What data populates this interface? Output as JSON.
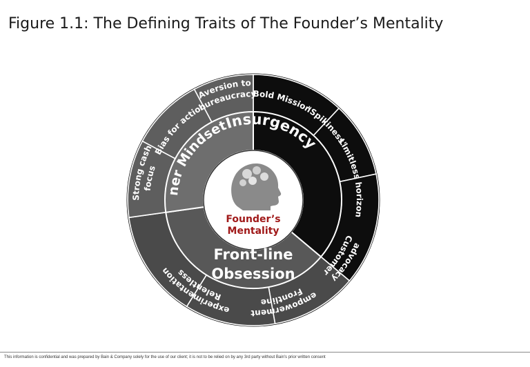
{
  "title": "Figure 1.1: The Defining Traits of The Founder’s Mentality",
  "footer": "This information is confidential and was prepared by Bain & Company solely for the use of our client; it is not to be relied on by any 3rd party without Bain's prior written consent",
  "center": {
    "label_line1": "Founder’s",
    "label_line2": "Mentality",
    "icon": "head-with-gears-icon"
  },
  "pillars": {
    "insurgency": "Insurgency",
    "owner_mindset": "Owner Mindset",
    "frontline_line1": "Front-line",
    "frontline_line2": "Obsession"
  },
  "traits": {
    "bold_mission": "Bold Mission",
    "spikiness": "\"Spikiness\"",
    "limitless_horizon": "Limitless horizon",
    "customer_advocacy_line1": "Customer",
    "customer_advocacy_line2": "advocacy",
    "frontline_empowerment_line1": "Frontline",
    "frontline_empowerment_line2": "empowerment",
    "relentless_experimentation_line1": "Relentless",
    "relentless_experimentation_line2": "experimentation",
    "strong_cash_focus_line1": "Strong cash",
    "strong_cash_focus_line2": "focus",
    "bias_for_action": "Bias for action",
    "aversion_line1": "Aversion to",
    "aversion_line2": "bureaucracy"
  },
  "colors": {
    "insurgency": "#0d0d0d",
    "owner_mindset": "#6e6e6e",
    "frontline": "#585858",
    "center_text": "#a01919"
  }
}
